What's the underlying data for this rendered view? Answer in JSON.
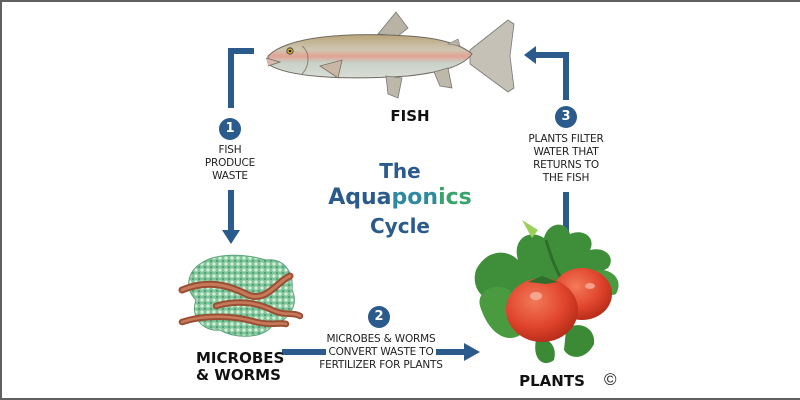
{
  "title": {
    "line1": "The",
    "line2_part1": "Aqua",
    "line2_part2": "pon",
    "line2_part3": "ics",
    "line3": "Cycle"
  },
  "nodes": {
    "fish": {
      "label": "FISH"
    },
    "microbes": {
      "label_line1": "MICROBES",
      "label_line2": "& WORMS"
    },
    "plants": {
      "label": "PLANTS"
    }
  },
  "steps": [
    {
      "number": "1",
      "text_lines": [
        "FISH",
        "PRODUCE",
        "WASTE"
      ]
    },
    {
      "number": "2",
      "text_lines": [
        "MICROBES & WORMS",
        "CONVERT WASTE  TO",
        "FERTILIZER FOR PLANTS"
      ]
    },
    {
      "number": "3",
      "text_lines": [
        "PLANTS FILTER",
        "WATER THAT",
        "RETURNS TO",
        "THE FISH"
      ]
    }
  ],
  "copyright": "©",
  "colors": {
    "arrow": "#2b5a8c",
    "title_blue": "#2b5a8c",
    "title_teal": "#2f8aa0",
    "title_green": "#3aa36a",
    "border": "#606060"
  }
}
